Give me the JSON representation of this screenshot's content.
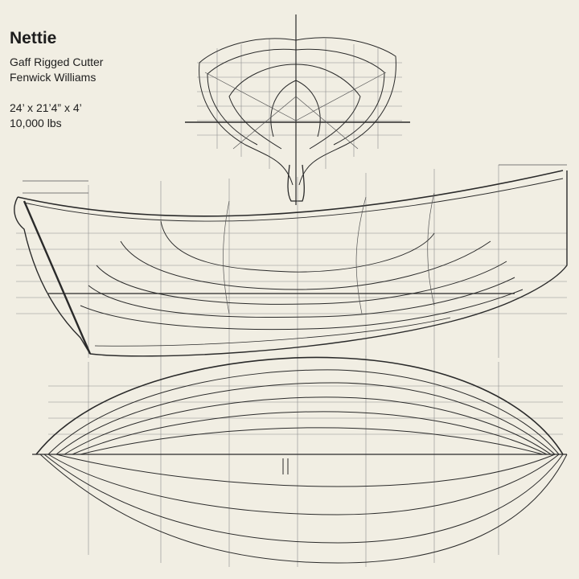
{
  "title_block": {
    "name": "Nettie",
    "rig": "Gaff Rigged Cutter",
    "designer": "Fenwick Williams",
    "dimensions": "24’ x  21’4”  x  4’",
    "displacement": "10,000  lbs"
  },
  "colors": {
    "paper": "#f1eee3",
    "ink": "#2a2a2a",
    "grid": "#8d8d8d"
  }
}
